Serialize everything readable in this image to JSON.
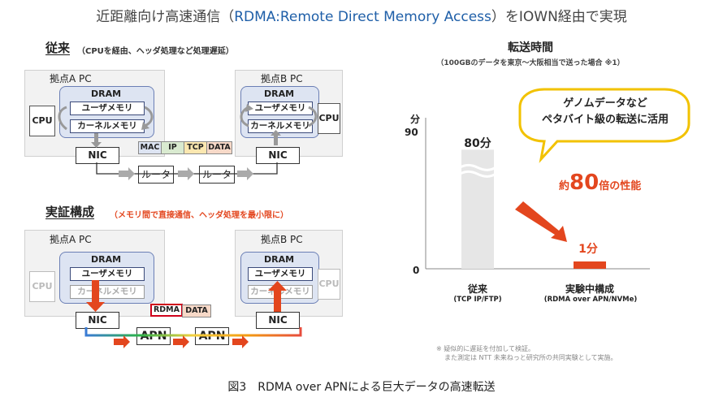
{
  "title": {
    "prefix": "近距離向け高速通信（",
    "highlight": "RDMA:Remote Direct Memory Access",
    "suffix": "）をIOWN経由で実現"
  },
  "conventional": {
    "heading": "従来",
    "note": "（CPUを経由、ヘッダ処理など処理遅延）",
    "site_a": "拠点A PC",
    "site_b": "拠点B PC",
    "dram": "DRAM",
    "user_mem": "ユーザメモリ",
    "kernel_mem": "カーネルメモリ",
    "cpu": "CPU",
    "nic": "NIC",
    "router": "ルータ",
    "packet": [
      "MAC",
      "IP",
      "TCP",
      "DATA"
    ]
  },
  "demo": {
    "heading": "実証構成",
    "note": "（メモリ間で直接通信、ヘッダ処理を最小限に）",
    "site_a": "拠点A PC",
    "site_b": "拠点B PC",
    "dram": "DRAM",
    "user_mem": "ユーザメモリ",
    "kernel_mem": "カーネルメモリ",
    "cpu": "CPU",
    "nic": "NIC",
    "apn": "APN",
    "packet": [
      "RDMA",
      "DATA"
    ]
  },
  "colors": {
    "accent_orange": "#e3461e",
    "bar_gray": "#e6e6e6",
    "callout_border": "#f2c200",
    "dram_fill": "#dde4f2"
  },
  "chart_data": {
    "type": "bar",
    "title": "転送時間",
    "subtitle": "（100GBのデータを東京～大阪相当で送った場合 ※1）",
    "ylabel": "分",
    "ylim": [
      0,
      90
    ],
    "yticks": [
      "90",
      "0"
    ],
    "categories": [
      "従来",
      "実験中構成"
    ],
    "category_sub": [
      "(TCP IP/FTP)",
      "(RDMA over APN/NVMe)"
    ],
    "values": [
      80,
      1
    ],
    "value_labels": [
      "80分",
      "1分"
    ],
    "bar_colors": [
      "#e6e6e6",
      "#e3461e"
    ],
    "broken_axis": true
  },
  "callout": {
    "line1": "ゲノムデータなど",
    "line2": "ペタバイト級の転送に活用"
  },
  "performance": {
    "prefix": "約",
    "number": "80",
    "suffix": "倍の性能"
  },
  "footnote": {
    "line1": "※ 疑似的に遅延を付加して検証。",
    "line2": "また測定は NTT 未来ねっと研究所の共同実験として実施。"
  },
  "caption": "図3　RDMA over APNによる巨大データの高速転送"
}
